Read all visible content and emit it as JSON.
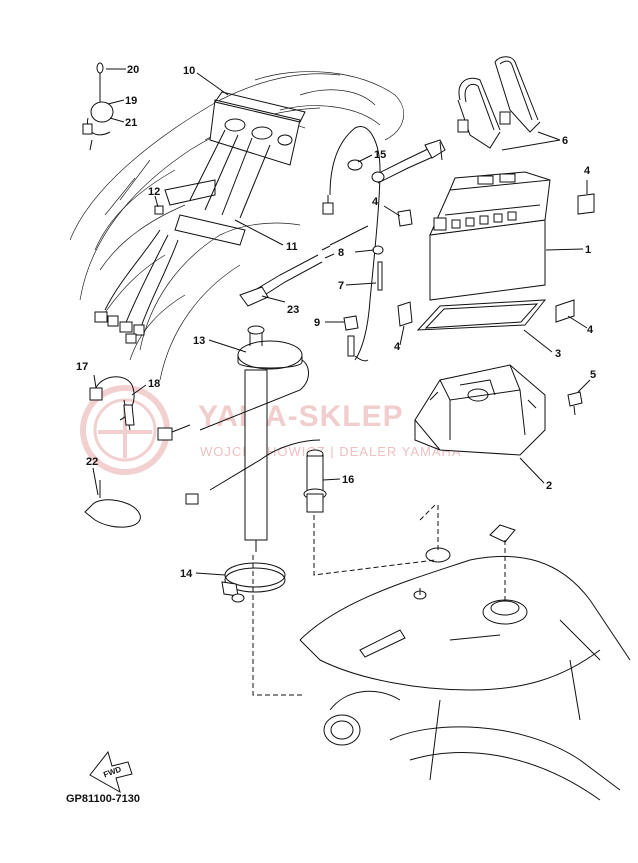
{
  "diagram": {
    "part_code": "GP81100-7130",
    "fwd_label": "FWD",
    "watermark": {
      "main": "YAMA-SKLEP",
      "sub": "WOJCIECHOWICZ | DEALER YAMAHA"
    },
    "callouts": {
      "c1": "1",
      "c2": "2",
      "c3": "3",
      "c4a": "4",
      "c4b": "4",
      "c4c": "4",
      "c4d": "4",
      "c5": "5",
      "c6": "6",
      "c7": "7",
      "c8": "8",
      "c9": "9",
      "c10": "10",
      "c11": "11",
      "c12": "12",
      "c13": "13",
      "c14": "14",
      "c15": "15",
      "c16": "16",
      "c17": "17",
      "c18": "18",
      "c19": "19",
      "c20": "20",
      "c21": "21",
      "c22": "22",
      "c23": "23"
    }
  }
}
